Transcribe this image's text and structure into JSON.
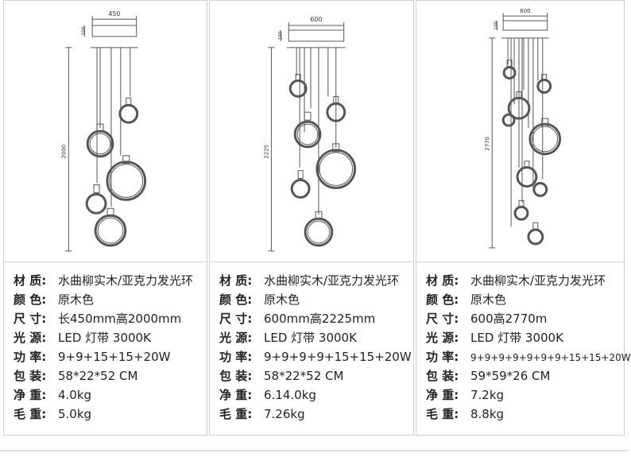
{
  "panels": [
    {
      "dims": {
        "width": "450",
        "height_total": "2000",
        "canopy_height": "100"
      },
      "specs": [
        {
          "label": "材 质:",
          "value": "水曲柳实木/亚克力发光环"
        },
        {
          "label": "颜 色:",
          "value": "原木色"
        },
        {
          "label": "尺 寸:",
          "value": "长450mm高2000mm"
        },
        {
          "label": "光 源:",
          "value": "LED 灯带 3000K"
        },
        {
          "label": "功 率:",
          "value": "9+9+15+15+20W"
        },
        {
          "label": "包 装:",
          "value": "58*22*52 CM"
        },
        {
          "label": "净 重:",
          "value": "4.0kg"
        },
        {
          "label": "毛 重:",
          "value": "5.0kg"
        }
      ]
    },
    {
      "dims": {
        "width": "600",
        "height_total": "2225",
        "canopy_height": "100"
      },
      "specs": [
        {
          "label": "材 质:",
          "value": "水曲柳实木/亚克力发光环"
        },
        {
          "label": "颜 色:",
          "value": "原木色"
        },
        {
          "label": "尺 寸:",
          "value": "600mm高2225mm"
        },
        {
          "label": "光 源:",
          "value": "LED 灯带 3000K"
        },
        {
          "label": "功 率:",
          "value": "9+9+9+9+15+15+20W"
        },
        {
          "label": "包 装:",
          "value": "58*22*52 CM"
        },
        {
          "label": "净 重:",
          "value": "6.14.0kg"
        },
        {
          "label": "毛 重:",
          "value": "7.26kg"
        }
      ]
    },
    {
      "dims": {
        "width": "600",
        "height_total": "2770",
        "canopy_height": "100"
      },
      "specs": [
        {
          "label": "材 质:",
          "value": "水曲柳实木/亚克力发光环"
        },
        {
          "label": "颜 色:",
          "value": "原木色"
        },
        {
          "label": "尺 寸:",
          "value": "600高2770m"
        },
        {
          "label": "光 源:",
          "value": "LED 灯带 3000K"
        },
        {
          "label": "功 率:",
          "value": "9+9+9+9+9+9+9+15+15+20W"
        },
        {
          "label": "包 装:",
          "value": "59*59*26 CM"
        },
        {
          "label": "净 重:",
          "value": "7.2kg"
        },
        {
          "label": "毛 重:",
          "value": "8.8kg"
        }
      ]
    }
  ]
}
